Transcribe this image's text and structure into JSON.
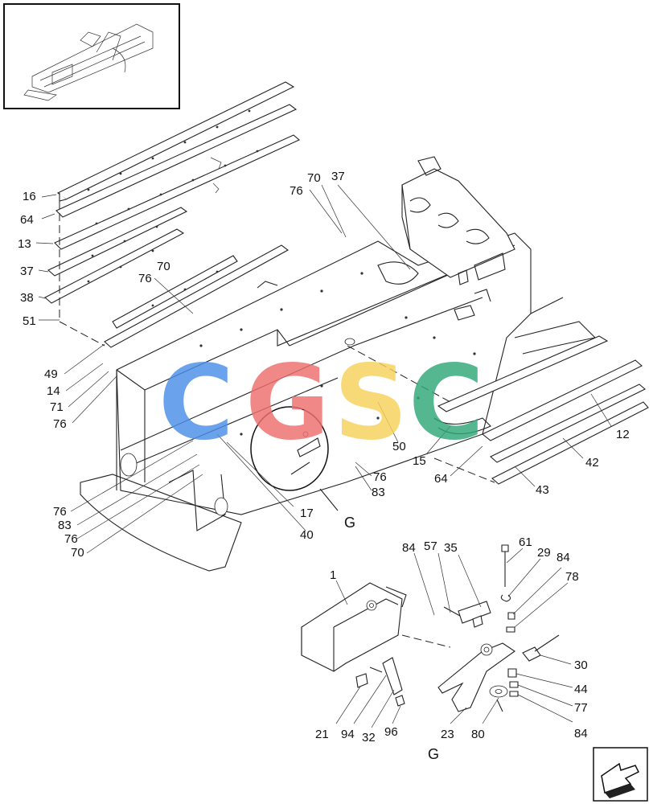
{
  "watermark": {
    "letters": [
      {
        "char": "C",
        "color": "#4a8fe8"
      },
      {
        "char": "G",
        "color": "#ef6f6f"
      },
      {
        "char": "S",
        "color": "#f6d15a"
      },
      {
        "char": "C",
        "color": "#2fa878"
      }
    ]
  },
  "detail_label": "G",
  "detail_label_bottom": "G",
  "callouts": {
    "c16": "16",
    "c64a": "64",
    "c13": "13",
    "c37a": "37",
    "c38": "38",
    "c51": "51",
    "c70a": "70",
    "c76a": "76",
    "c49": "49",
    "c14": "14",
    "c71": "71",
    "c76b": "76",
    "c70b": "70",
    "c76c": "76",
    "c37b": "37",
    "c12": "12",
    "c42": "42",
    "c43": "43",
    "c64b": "64",
    "c15": "15",
    "c50": "50",
    "c76d": "76",
    "c83a": "83",
    "c17": "17",
    "c40": "40",
    "c76e": "76",
    "c83b": "83",
    "c76f": "76",
    "c70c": "70",
    "c1": "1",
    "c84a": "84",
    "c57": "57",
    "c35": "35",
    "c61": "61",
    "c29": "29",
    "c84b": "84",
    "c78": "78",
    "c30": "30",
    "c44": "44",
    "c77": "77",
    "c84c": "84",
    "c21": "21",
    "c94": "94",
    "c32": "32",
    "c96": "96",
    "c23": "23",
    "c80": "80"
  }
}
